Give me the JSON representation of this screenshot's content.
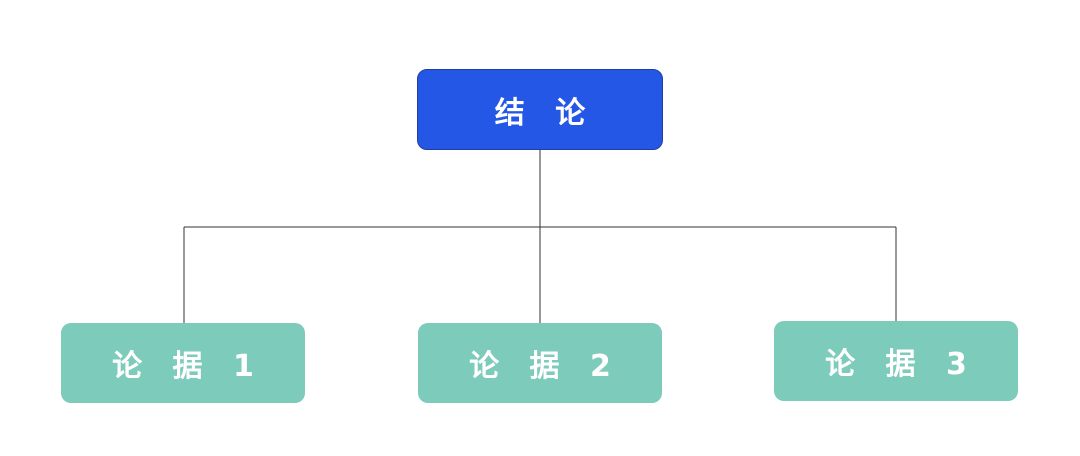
{
  "root": {
    "label": "结 论"
  },
  "children": [
    {
      "label": "论 据 1"
    },
    {
      "label": "论 据 2"
    },
    {
      "label": "论 据 3"
    }
  ],
  "colors": {
    "root_fill": "#2457e6",
    "child_fill": "#7dcbbb",
    "connector": "#333333"
  }
}
